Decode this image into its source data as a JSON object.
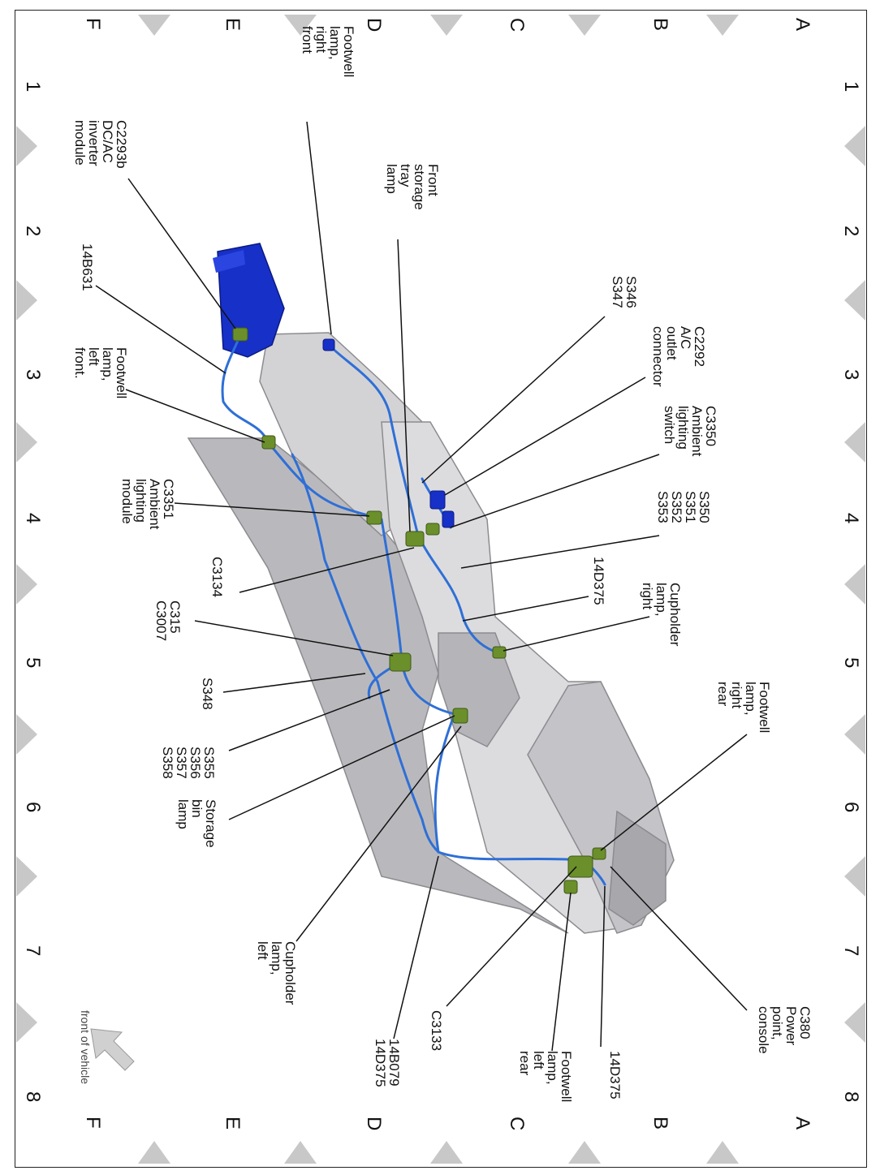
{
  "grid": {
    "letters": [
      "A",
      "B",
      "C",
      "D",
      "E",
      "F"
    ],
    "numbers": [
      "1",
      "2",
      "3",
      "4",
      "5",
      "6",
      "7",
      "8"
    ]
  },
  "labels": {
    "footwell_rf": [
      "Footwell",
      "lamp,",
      "right",
      "front"
    ],
    "front_tray": [
      "Front",
      "storage",
      "tray",
      "lamp"
    ],
    "c2293b": [
      "C2293b",
      "DC/AC",
      "inverter",
      "module"
    ],
    "b14b631": [
      "14B631"
    ],
    "s346": [
      "S346",
      "S347"
    ],
    "c2292": [
      "C2292",
      "A/C",
      "outlet",
      "connector"
    ],
    "c3350": [
      "C3350",
      "Ambient",
      "lighting",
      "switch"
    ],
    "s350": [
      "S350",
      "S351",
      "S352",
      "S353"
    ],
    "footwell_lf": [
      "Footwell",
      "lamp,",
      "left",
      "front."
    ],
    "c3351": [
      "C3351",
      "Ambient",
      "lighting",
      "module"
    ],
    "c3134": [
      "C3134"
    ],
    "d375_top": [
      "14D375"
    ],
    "cup_right": [
      "Cupholder",
      "lamp,",
      "right"
    ],
    "c315": [
      "C315",
      "C3007"
    ],
    "s348": [
      "S348"
    ],
    "s355": [
      "S355",
      "S356",
      "S357",
      "S358"
    ],
    "storage_bin": [
      "Storage",
      "bin",
      "lamp"
    ],
    "footwell_rr": [
      "Footwell",
      "lamp,",
      "right",
      "rear"
    ],
    "cup_left": [
      "Cupholder",
      "lamp,",
      "left"
    ],
    "c3133": [
      "C3133"
    ],
    "b14b079": [
      "14B079",
      "14D375"
    ],
    "footwell_lr": [
      "Footwell",
      "lamp,",
      "left",
      "rear"
    ],
    "d375_bottom": [
      "14D375"
    ],
    "c380": [
      "C380",
      "Power",
      "point,",
      "console"
    ],
    "front_of_vehicle": "front of vehicle"
  },
  "colors": {
    "harness": "#2f6fd6",
    "connector": "#6b8f2a",
    "module": "#1730c8",
    "console": "#c9c9cc",
    "console_dark": "#9a9a9e",
    "marker": "#c8c8c8"
  }
}
